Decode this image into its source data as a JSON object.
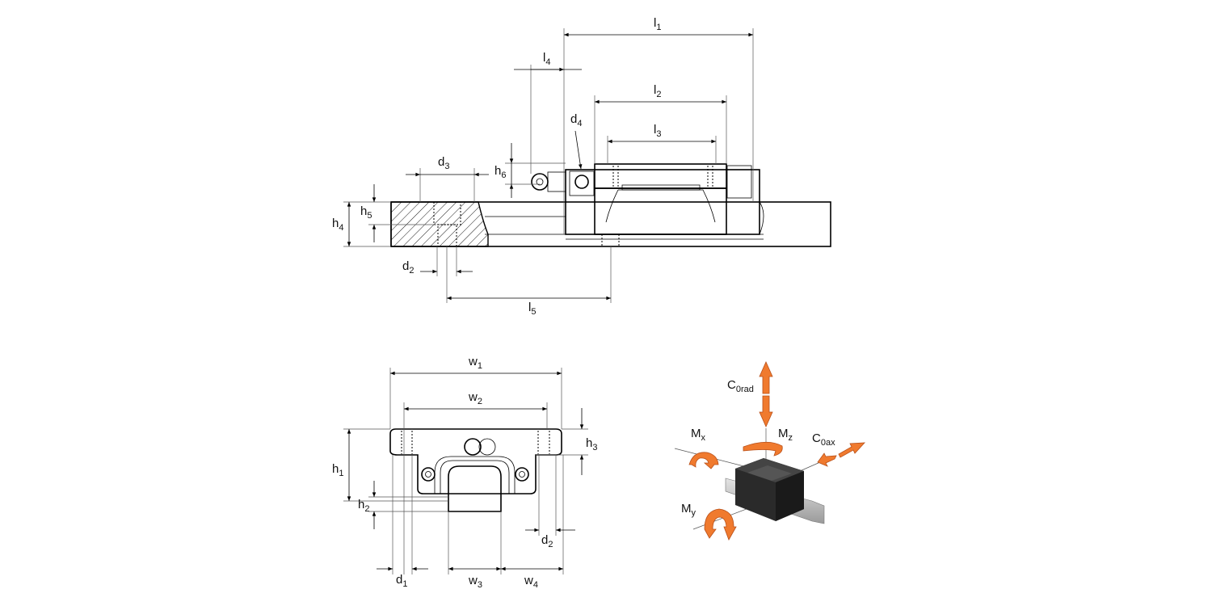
{
  "top_view": {
    "labels": {
      "l1": {
        "base": "l",
        "sub": "1"
      },
      "l4": {
        "base": "l",
        "sub": "4"
      },
      "l2": {
        "base": "l",
        "sub": "2"
      },
      "d4": {
        "base": "d",
        "sub": "4"
      },
      "l3": {
        "base": "l",
        "sub": "3"
      },
      "h6": {
        "base": "h",
        "sub": "6"
      },
      "d3": {
        "base": "d",
        "sub": "3"
      },
      "h5": {
        "base": "h",
        "sub": "5"
      },
      "h4": {
        "base": "h",
        "sub": "4"
      },
      "d2": {
        "base": "d",
        "sub": "2"
      },
      "l5": {
        "base": "l",
        "sub": "5"
      }
    }
  },
  "front_view": {
    "labels": {
      "w1": {
        "base": "w",
        "sub": "1"
      },
      "w2": {
        "base": "w",
        "sub": "2"
      },
      "h3": {
        "base": "h",
        "sub": "3"
      },
      "h1": {
        "base": "h",
        "sub": "1"
      },
      "h2": {
        "base": "h",
        "sub": "2"
      },
      "d2": {
        "base": "d",
        "sub": "2"
      },
      "d1": {
        "base": "d",
        "sub": "1"
      },
      "w3": {
        "base": "w",
        "sub": "3"
      },
      "w4": {
        "base": "w",
        "sub": "4"
      }
    }
  },
  "load_diagram": {
    "labels": {
      "c0rad": {
        "base": "C",
        "sub": "0rad"
      },
      "mz": {
        "base": "M",
        "sub": "z"
      },
      "mx": {
        "base": "M",
        "sub": "x"
      },
      "c0ax": {
        "base": "C",
        "sub": "0ax"
      },
      "my": {
        "base": "M",
        "sub": "y"
      }
    },
    "arrow_color": "#f07a2e"
  }
}
